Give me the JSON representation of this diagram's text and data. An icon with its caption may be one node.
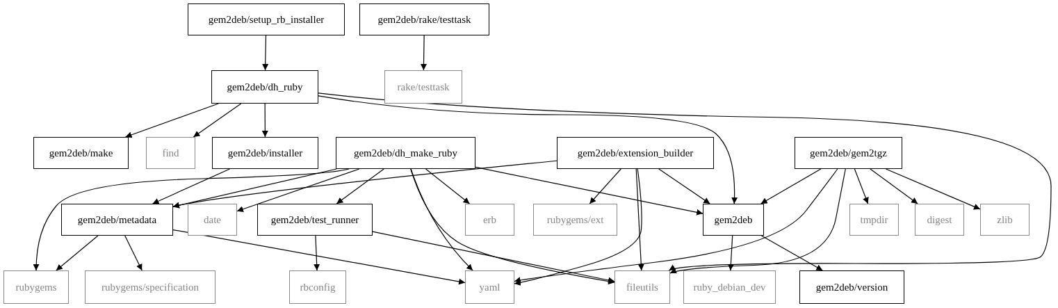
{
  "diagram": {
    "nodes": [
      {
        "text": [
          "gem2deb/setup_rb_installer"
        ]
      },
      {
        "text": [
          "gem2deb/rake/testtask"
        ]
      },
      {
        "text": [
          "gem2deb/dh_ruby"
        ]
      },
      {
        "text": [
          "rake/testtask"
        ]
      },
      {
        "text": [
          "gem2deb/make"
        ]
      },
      {
        "text": [
          "find"
        ]
      },
      {
        "text": [
          "gem2deb/installer"
        ]
      },
      {
        "text": [
          "gem2deb/dh_make_ruby"
        ]
      },
      {
        "text": [
          "gem2deb/extension_builder"
        ]
      },
      {
        "text": [
          "gem2deb/gem2tgz"
        ]
      },
      {
        "text": [
          "gem2deb/metadata"
        ]
      },
      {
        "text": [
          "date"
        ]
      },
      {
        "text": [
          "gem2deb/test_runner"
        ]
      },
      {
        "text": [
          "erb"
        ]
      },
      {
        "text": [
          "rubygems/ext"
        ]
      },
      {
        "text": [
          "gem2deb"
        ]
      },
      {
        "text": [
          "tmpdir"
        ]
      },
      {
        "text": [
          "digest"
        ]
      },
      {
        "text": [
          "zlib"
        ]
      },
      {
        "text": [
          "rubygems"
        ]
      },
      {
        "text": [
          "rubygems/specification"
        ]
      },
      {
        "text": [
          "rbconfig"
        ]
      },
      {
        "text": [
          "yaml"
        ]
      },
      {
        "text": [
          "fileutils"
        ]
      },
      {
        "text": [
          "ruby_debian_dev"
        ]
      },
      {
        "text": [
          "gem2deb/version"
        ]
      }
    ],
    "edges": [
      {
        "from": 0,
        "to": 2,
        "arrow": "to"
      },
      {
        "from": 1,
        "to": 3,
        "arrow": "to"
      },
      {
        "from": 2,
        "to": 4,
        "arrow": "to"
      },
      {
        "from": 2,
        "to": 5,
        "arrow": "to"
      },
      {
        "from": 2,
        "to": 6,
        "arrow": "to"
      },
      {
        "from": 2,
        "to": 15,
        "arrow": "to"
      },
      {
        "from": 2,
        "to": 23,
        "arrow": "to"
      },
      {
        "from": 6,
        "to": 10,
        "arrow": "to"
      },
      {
        "from": 7,
        "to": 10,
        "arrow": "to"
      },
      {
        "from": 7,
        "to": 11,
        "arrow": "to"
      },
      {
        "from": 7,
        "to": 19,
        "arrow": "to"
      },
      {
        "from": 7,
        "to": 12,
        "arrow": "to"
      },
      {
        "from": 7,
        "to": 13,
        "arrow": "to"
      },
      {
        "from": 7,
        "to": 22,
        "arrow": "to"
      },
      {
        "from": 7,
        "to": 23,
        "arrow": "to"
      },
      {
        "from": 7,
        "to": 15,
        "arrow": "to"
      },
      {
        "from": 8,
        "to": 10,
        "arrow": "to"
      },
      {
        "from": 8,
        "to": 14,
        "arrow": "to"
      },
      {
        "from": 8,
        "to": 15,
        "arrow": "to"
      },
      {
        "from": 8,
        "to": 22,
        "arrow": "to"
      },
      {
        "from": 8,
        "to": 23,
        "arrow": "to"
      },
      {
        "from": 9,
        "to": 15,
        "arrow": "to"
      },
      {
        "from": 9,
        "to": 22,
        "arrow": "to"
      },
      {
        "from": 9,
        "to": 23,
        "arrow": "to"
      },
      {
        "from": 9,
        "to": 16,
        "arrow": "to"
      },
      {
        "from": 9,
        "to": 17,
        "arrow": "to"
      },
      {
        "from": 9,
        "to": 18,
        "arrow": "to"
      },
      {
        "from": 10,
        "to": 19,
        "arrow": "to"
      },
      {
        "from": 10,
        "to": 20,
        "arrow": "to"
      },
      {
        "from": 10,
        "to": 22,
        "arrow": "to"
      },
      {
        "from": 12,
        "to": 21,
        "arrow": "to"
      },
      {
        "from": 12,
        "to": 23,
        "arrow": "to"
      },
      {
        "from": 15,
        "to": 24,
        "arrow": "to"
      },
      {
        "from": 15,
        "to": 25,
        "arrow": "to"
      }
    ]
  }
}
